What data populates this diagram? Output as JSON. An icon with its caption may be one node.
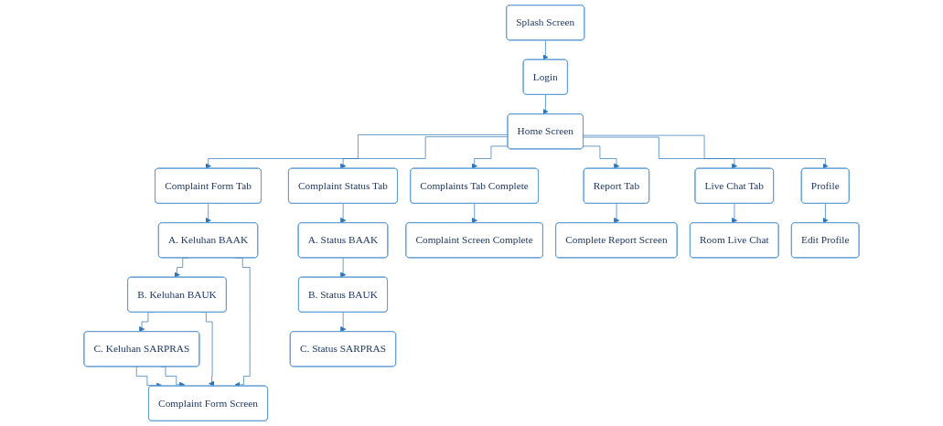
{
  "diagram": {
    "nodes": [
      {
        "text": [
          "Splash Screen"
        ]
      },
      {
        "text": [
          "Login"
        ]
      },
      {
        "text": [
          "Home Screen"
        ]
      },
      {
        "text": [
          "Complaint Form Tab"
        ]
      },
      {
        "text": [
          "Complaint Status Tab"
        ]
      },
      {
        "text": [
          "Complaints Tab Complete"
        ]
      },
      {
        "text": [
          "Report Tab"
        ]
      },
      {
        "text": [
          "Live Chat Tab"
        ]
      },
      {
        "text": [
          "Profile"
        ]
      },
      {
        "text": [
          "A. Keluhan BAAK"
        ]
      },
      {
        "text": [
          "B. Keluhan BAUK"
        ]
      },
      {
        "text": [
          "C. Keluhan SARPRAS"
        ]
      },
      {
        "text": [
          "Complaint Form Screen"
        ]
      },
      {
        "text": [
          "A. Status BAAK"
        ]
      },
      {
        "text": [
          "B. Status BAUK"
        ]
      },
      {
        "text": [
          "C. Status SARPRAS"
        ]
      },
      {
        "text": [
          "Complaint Screen Complete"
        ]
      },
      {
        "text": [
          "Complete Report Screen"
        ]
      },
      {
        "text": [
          "Room Live Chat"
        ]
      },
      {
        "text": [
          "Edit Profile"
        ]
      }
    ],
    "edges": [
      {
        "from": 0,
        "to": 1,
        "arrow": "to"
      },
      {
        "from": 1,
        "to": 2,
        "arrow": "to"
      },
      {
        "from": 2,
        "to": 3,
        "arrow": "to"
      },
      {
        "from": 2,
        "to": 4,
        "arrow": "to"
      },
      {
        "from": 2,
        "to": 5,
        "arrow": "to"
      },
      {
        "from": 2,
        "to": 6,
        "arrow": "to"
      },
      {
        "from": 2,
        "to": 7,
        "arrow": "to"
      },
      {
        "from": 2,
        "to": 8,
        "arrow": "to"
      },
      {
        "from": 3,
        "to": 9,
        "arrow": "to"
      },
      {
        "from": 9,
        "to": 10,
        "arrow": "to"
      },
      {
        "from": 10,
        "to": 11,
        "arrow": "to"
      },
      {
        "from": 11,
        "to": 12,
        "arrow": "to"
      },
      {
        "from": 9,
        "to": 12,
        "arrow": "to"
      },
      {
        "from": 10,
        "to": 12,
        "arrow": "to"
      },
      {
        "from": 11,
        "to": 12,
        "arrow": "to"
      },
      {
        "from": 4,
        "to": 13,
        "arrow": "to"
      },
      {
        "from": 13,
        "to": 14,
        "arrow": "to"
      },
      {
        "from": 14,
        "to": 15,
        "arrow": "to"
      },
      {
        "from": 5,
        "to": 16,
        "arrow": "to"
      },
      {
        "from": 6,
        "to": 17,
        "arrow": "to"
      },
      {
        "from": 7,
        "to": 18,
        "arrow": "to"
      },
      {
        "from": 8,
        "to": 19,
        "arrow": "to"
      }
    ]
  }
}
